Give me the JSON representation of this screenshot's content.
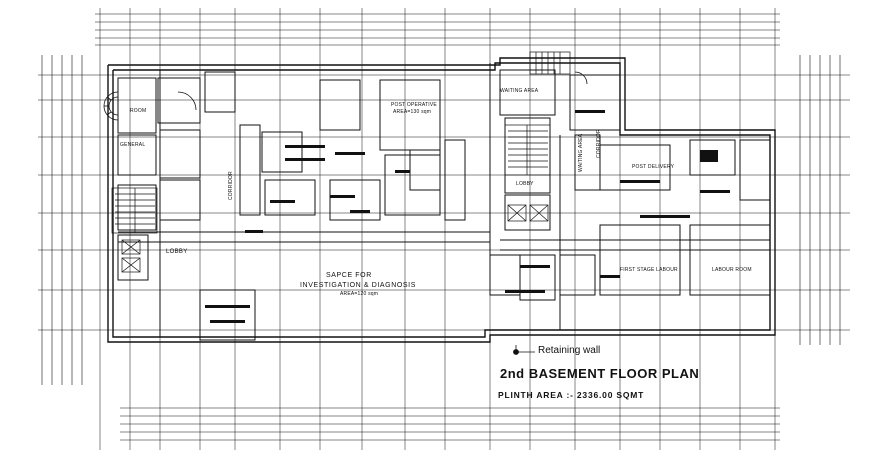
{
  "drawing": {
    "title": "2nd BASEMENT FLOOR PLAN",
    "plinth_area": "PLINTH AREA :- 2336.00 SQMT",
    "retaining_wall": "Retaining wall"
  },
  "rooms": {
    "room": "ROOM",
    "general": "GENERAL",
    "lobby_left": "LOBBY",
    "post_operative": "POST OPERATIVE",
    "post_operative_area": "AREA=130 sqm",
    "space_investigation_1": "SAPCE FOR",
    "space_investigation_2": "INVESTIGATION & DIAGNOSIS",
    "space_investigation_area": "AREA=120 sqm",
    "waiting_area_top": "WAITING AREA",
    "lobby_center": "LOBBY",
    "waiting_area_side": "WAITING AREA",
    "post_delivery": "POST DELIVERY",
    "first_stage_labour": "FIRST STAGE LABOUR",
    "labour_room": "LABOUR ROOM",
    "corridor_left": "CORRIDOR",
    "corridor_center": "CORRIDOR"
  },
  "colors": {
    "line": "#111111",
    "background": "#ffffff"
  }
}
